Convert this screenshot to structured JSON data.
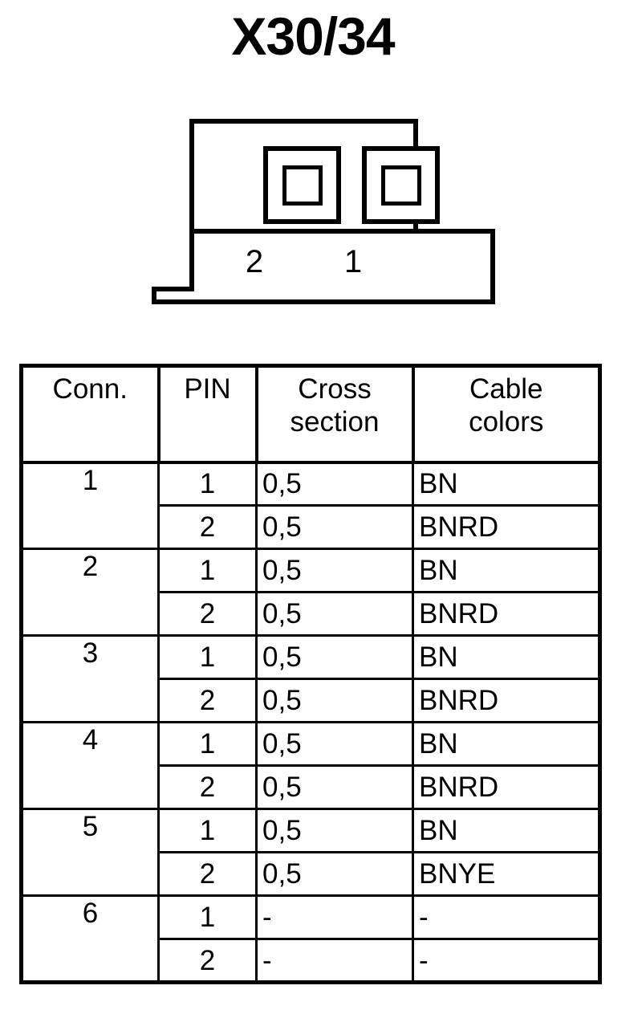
{
  "page": {
    "title": "X30/34"
  },
  "connector": {
    "label": "connector-front-view",
    "pins": [
      {
        "number": "2"
      },
      {
        "number": "1"
      }
    ]
  },
  "table": {
    "headers": {
      "conn": "Conn.",
      "pin": "PIN",
      "cross_section_line1": "Cross",
      "cross_section_line2": "section",
      "cable_colors_line1": "Cable",
      "cable_colors_line2": "colors"
    },
    "groups": [
      {
        "conn": "1",
        "rows": [
          {
            "pin": "1",
            "cross_section": "0,5",
            "cable_color": "BN"
          },
          {
            "pin": "2",
            "cross_section": "0,5",
            "cable_color": "BNRD"
          }
        ]
      },
      {
        "conn": "2",
        "rows": [
          {
            "pin": "1",
            "cross_section": "0,5",
            "cable_color": "BN"
          },
          {
            "pin": "2",
            "cross_section": "0,5",
            "cable_color": "BNRD"
          }
        ]
      },
      {
        "conn": "3",
        "rows": [
          {
            "pin": "1",
            "cross_section": "0,5",
            "cable_color": "BN"
          },
          {
            "pin": "2",
            "cross_section": "0,5",
            "cable_color": "BNRD"
          }
        ]
      },
      {
        "conn": "4",
        "rows": [
          {
            "pin": "1",
            "cross_section": "0,5",
            "cable_color": "BN"
          },
          {
            "pin": "2",
            "cross_section": "0,5",
            "cable_color": "BNRD"
          }
        ]
      },
      {
        "conn": "5",
        "rows": [
          {
            "pin": "1",
            "cross_section": "0,5",
            "cable_color": "BN"
          },
          {
            "pin": "2",
            "cross_section": "0,5",
            "cable_color": "BNYE"
          }
        ]
      },
      {
        "conn": "6",
        "rows": [
          {
            "pin": "1",
            "cross_section": "-",
            "cable_color": "-"
          },
          {
            "pin": "2",
            "cross_section": "-",
            "cable_color": "-"
          }
        ]
      }
    ]
  },
  "colors": {
    "ink": "#000000",
    "paper": "#ffffff"
  }
}
